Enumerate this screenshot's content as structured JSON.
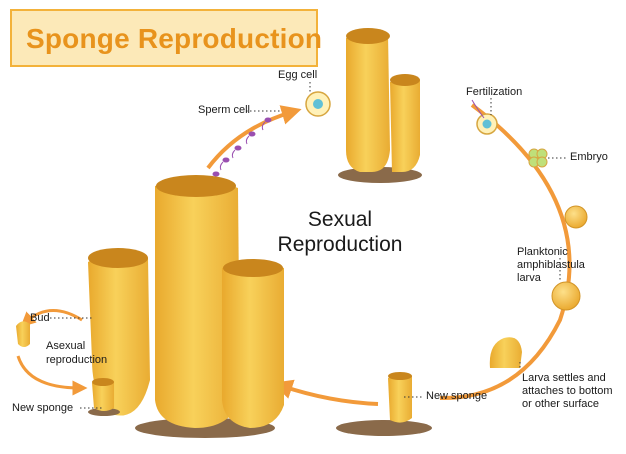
{
  "title": "Sponge Reproduction",
  "center_title_line1": "Sexual",
  "center_title_line2": "Reproduction",
  "labels": {
    "egg_cell": "Egg cell",
    "sperm_cell": "Sperm cell",
    "fertilization": "Fertilization",
    "embryo": "Embryo",
    "larva_1": "Planktonic",
    "larva_2": "amphiblastula",
    "larva_3": "larva",
    "settles_1": "Larva settles and",
    "settles_2": "attaches to bottom",
    "settles_3": "or other surface",
    "new_sponge_right": "New sponge",
    "bud": "Bud",
    "asexual_1": "Asexual",
    "asexual_2": "reproduction",
    "new_sponge_left": "New sponge"
  },
  "colors": {
    "title_text": "#e8931c",
    "title_bg": "#fce9b8",
    "title_border": "#f3b23a",
    "arrow": "#f29a3a",
    "sponge_body": "#f5c64a",
    "sponge_shadow": "#e3a52c",
    "ground": "#8a6a4a"
  }
}
